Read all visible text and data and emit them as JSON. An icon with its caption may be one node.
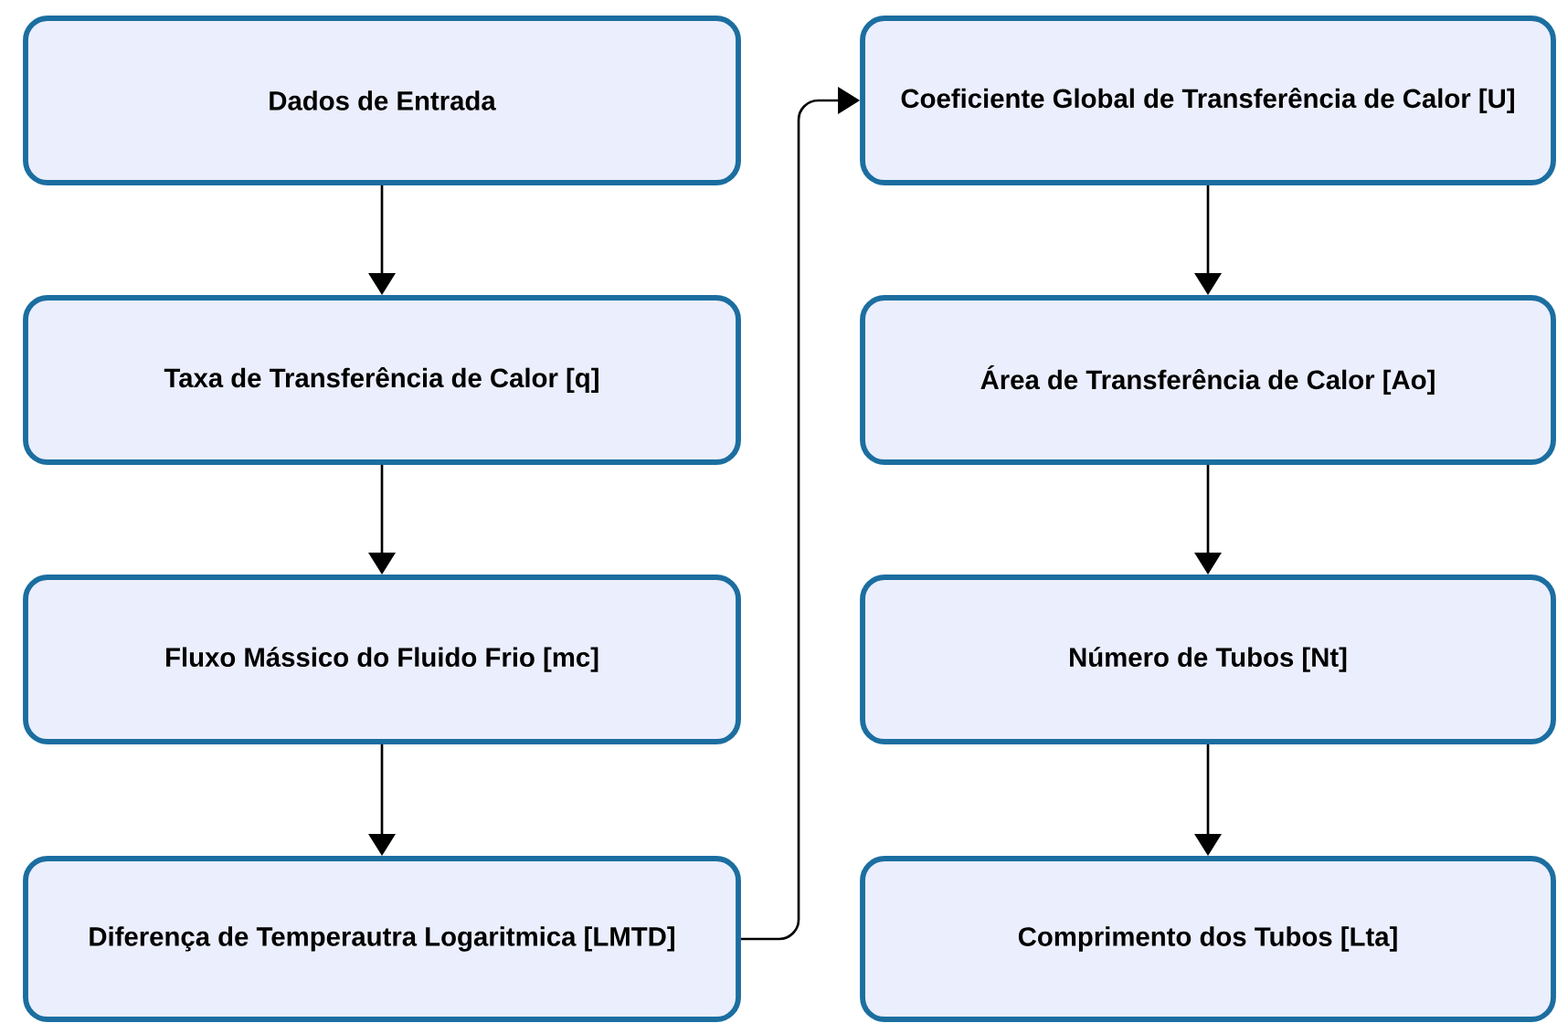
{
  "diagram": {
    "nodes": [
      {
        "text": [
          "Dados de Entrada"
        ]
      },
      {
        "text": [
          "Taxa de Transferência de Calor [q]"
        ]
      },
      {
        "text": [
          "Fluxo Mássico do Fluido Frio [mc]"
        ]
      },
      {
        "text": [
          "Diferença de Temperautra Logaritmica [LMTD]"
        ]
      },
      {
        "text": [
          "Coeficiente Global de Transferência de Calor [U]"
        ]
      },
      {
        "text": [
          "Área de Transferência de Calor [Ao]"
        ]
      },
      {
        "text": [
          "Número de Tubos [Nt]"
        ]
      },
      {
        "text": [
          "Comprimento dos Tubos [Lta]"
        ]
      }
    ],
    "edges": [
      {
        "from": 0,
        "to": 1,
        "arrow": "to"
      },
      {
        "from": 1,
        "to": 2,
        "arrow": "to"
      },
      {
        "from": 2,
        "to": 3,
        "arrow": "to"
      },
      {
        "from": 3,
        "to": 4,
        "arrow": "to"
      },
      {
        "from": 4,
        "to": 5,
        "arrow": "to"
      },
      {
        "from": 5,
        "to": 6,
        "arrow": "to"
      },
      {
        "from": 6,
        "to": 7,
        "arrow": "to"
      }
    ]
  }
}
